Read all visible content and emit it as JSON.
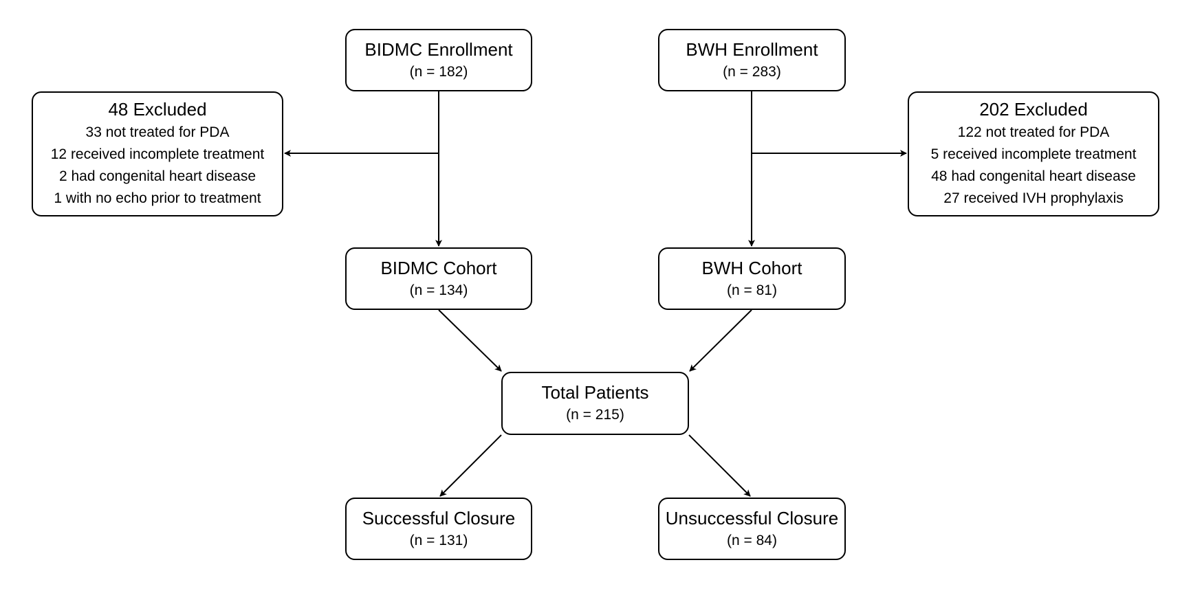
{
  "nodes": {
    "bidmc_enrollment": {
      "title": "BIDMC Enrollment",
      "count": "(n = 182)"
    },
    "bwh_enrollment": {
      "title": "BWH Enrollment",
      "count": "(n = 283)"
    },
    "bidmc_excluded": {
      "title": "48 Excluded",
      "reasons": [
        "33 not treated for PDA",
        "12 received incomplete treatment",
        "2 had congenital heart disease",
        "1 with no echo prior to treatment"
      ]
    },
    "bwh_excluded": {
      "title": "202 Excluded",
      "reasons": [
        "122 not treated for PDA",
        "5 received incomplete treatment",
        "48 had congenital heart disease",
        "27 received IVH prophylaxis"
      ]
    },
    "bidmc_cohort": {
      "title": "BIDMC Cohort",
      "count": "(n = 134)"
    },
    "bwh_cohort": {
      "title": "BWH Cohort",
      "count": "(n = 81)"
    },
    "total_patients": {
      "title": "Total Patients",
      "count": "(n = 215)"
    },
    "successful_closure": {
      "title": "Successful Closure",
      "count": "(n = 131)"
    },
    "unsuccessful_closure": {
      "title": "Unsuccessful Closure",
      "count": "(n = 84)"
    }
  },
  "edges": [
    {
      "from": "bidmc_enrollment",
      "to": "bidmc_cohort"
    },
    {
      "from": "bidmc_enrollment",
      "to": "bidmc_excluded"
    },
    {
      "from": "bwh_enrollment",
      "to": "bwh_cohort"
    },
    {
      "from": "bwh_enrollment",
      "to": "bwh_excluded"
    },
    {
      "from": "bidmc_cohort",
      "to": "total_patients"
    },
    {
      "from": "bwh_cohort",
      "to": "total_patients"
    },
    {
      "from": "total_patients",
      "to": "successful_closure"
    },
    {
      "from": "total_patients",
      "to": "unsuccessful_closure"
    }
  ],
  "colors": {
    "stroke": "#000000",
    "background": "#ffffff"
  }
}
